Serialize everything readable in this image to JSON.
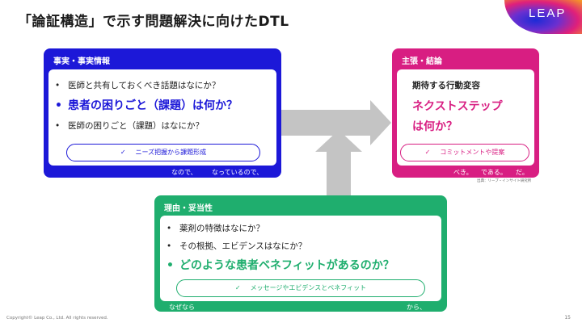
{
  "title": "「論証構造」で示す問題解決に向けたDTL",
  "logo": "LEAP",
  "colors": {
    "blue": "#1c18d8",
    "magenta": "#d81e82",
    "green": "#1fae6e",
    "arrow": "#c4c4c4"
  },
  "left_box": {
    "heading": "事実・事実情報",
    "items": [
      "医師と共有しておくべき話題はなにか？",
      "患者の困りごと（課題）は何か？",
      "医師の困りごと（課題）はなにか？"
    ],
    "pill_check": "✓",
    "pill": "ニーズ把握から課題形成",
    "footer_1": "なので、",
    "footer_2": "なっているので、"
  },
  "right_box": {
    "heading": "主張・結論",
    "line1": "期待する行動変容",
    "line2": "ネクストステップ",
    "line3": "は何か？",
    "pill_check": "✓",
    "pill": "コミットメントや提案",
    "footer_1": "べき。",
    "footer_2": "である。",
    "footer_3": "だ。",
    "source": "出典：リープ・インサイト研究所"
  },
  "bottom_box": {
    "heading": "理由・妥当性",
    "items": [
      "薬剤の特徴はなにか？",
      "その根拠、エビデンスはなにか？",
      "どのような患者ベネフィットがあるのか？"
    ],
    "pill_check": "✓",
    "pill": "メッセージやエビデンスとベネフィット",
    "footer_1": "なぜなら",
    "footer_2": "から、"
  },
  "bullet": "•",
  "copyright": "Copyright© Leap Co., Ltd.  All rights reserved.",
  "page_number": "15"
}
